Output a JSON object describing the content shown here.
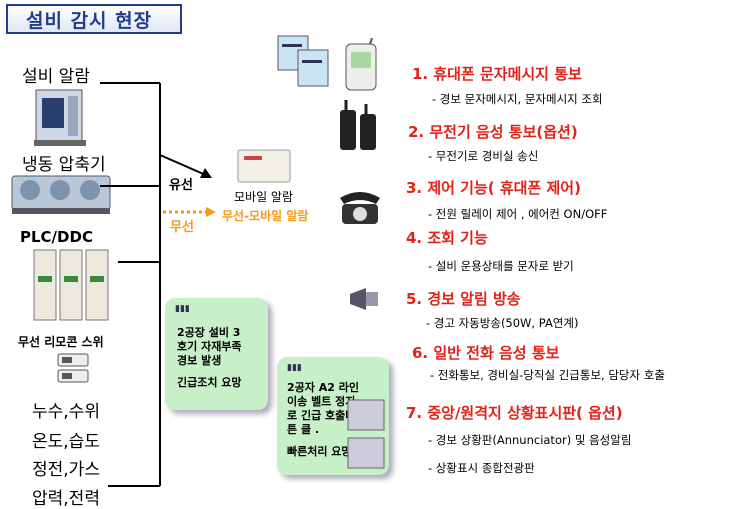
{
  "title": "설비 감시 현장",
  "left": {
    "equipment_alarm": "설비 알람",
    "freezer": "냉동 압축기",
    "plc": "PLC/DDC",
    "wireless_remote": "무선 리모콘 스위",
    "leak_level": "누수,수위",
    "temp_humid": "온도,습도",
    "power_gas": "정전,가스",
    "pressure_power": "압력,전력"
  },
  "middle": {
    "wired": "유선",
    "wireless": "무선",
    "mobile_alarm": "모바일 알람",
    "wireless_mobile_alarm": "무선-모바일 알람"
  },
  "phones": [
    {
      "lines": [
        "2공장 설비 3",
        "호기 자재부족",
        "경보 발생"
      ],
      "footer": "긴급조치 요망"
    },
    {
      "lines": [
        "2공자 A2 라인",
        "이송 벨트 정지",
        "로 긴급 호출버",
        "튼 클 ."
      ],
      "footer": "빠른처리 요망"
    }
  ],
  "items": [
    {
      "title": "1. 휴대폰 문자메시지 통보",
      "sub": "- 경보 문자메시지, 문자메시지 조회"
    },
    {
      "title": "2. 무전기 음성 통보(옵션)",
      "sub": "- 무전기로 경비실 송신"
    },
    {
      "title": "3. 제어 기능( 휴대폰 제어)",
      "sub": "- 전원 릴레이 제어 , 에어컨 ON/OFF"
    },
    {
      "title": "4. 조회 기능",
      "sub": "- 설비 운용상태를 문자로 받기"
    },
    {
      "title": "5. 경보 알림 방송",
      "sub": "- 경고 자동방송(50W, PA연계)"
    },
    {
      "title": "6. 일반 전화 음성 통보",
      "sub": "- 전화통보, 경비실-당직실 긴급통보, 담당자 호출"
    },
    {
      "title": "7. 중앙/원격지 상황표시판( 옵션)",
      "sub": "- 경보 상황판(Annunciator) 및 음성알림"
    },
    {
      "title": "",
      "sub": "- 상황표시 종합전광판"
    }
  ],
  "colors": {
    "title_border": "#1f3d8a",
    "item_title": "#e2231a",
    "wireless": "#f39a1e",
    "phone_bg": "#c8f0c8"
  },
  "icons": [
    "machine-icon",
    "compressor-icon",
    "plc-icon",
    "remote-switch-icon",
    "sensor-icon",
    "sms-card-icon",
    "mobile-phone-icon",
    "walkie-talkie-icon",
    "alarm-box-icon",
    "telephone-icon",
    "megaphone-icon",
    "display-board-icon"
  ]
}
